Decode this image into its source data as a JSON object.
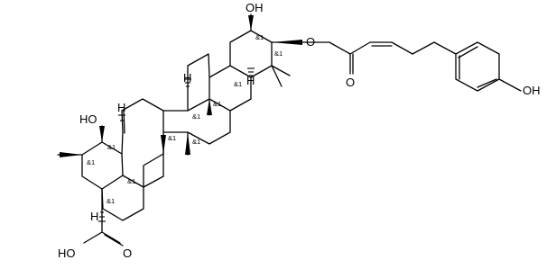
{
  "atom_labels": {
    "oh_ring_c": "OH",
    "ester_o": "O",
    "carbonyl_o": "O",
    "phenol_oh": "OH",
    "tertiary_oh": "HO",
    "acid_carbonyl_o": "O",
    "acid_oh": "HO"
  },
  "hydrogen_labels": [
    "H",
    "H",
    "H",
    "H"
  ],
  "stereo_label": "&1"
}
